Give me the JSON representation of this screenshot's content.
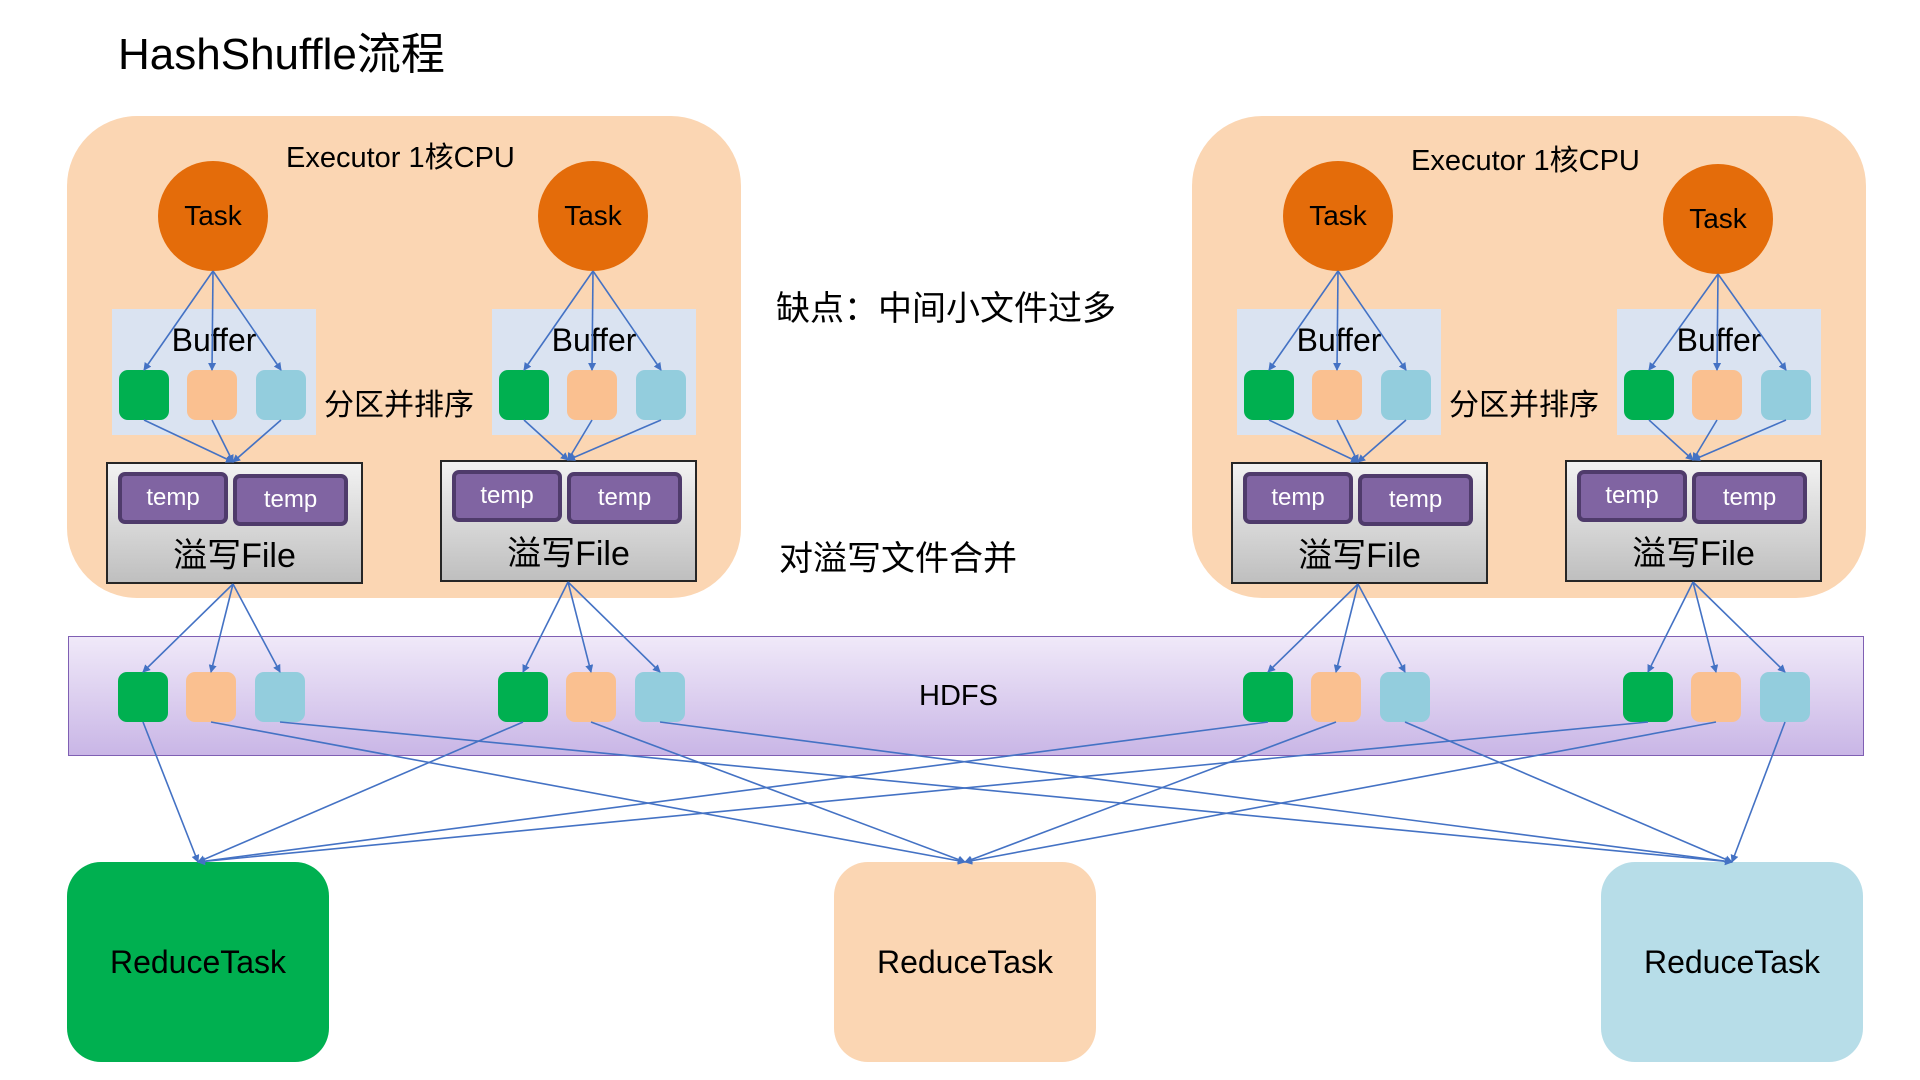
{
  "title": "HashShuffle流程",
  "executors": [
    {
      "label": "Executor 1核CPU"
    },
    {
      "label": "Executor 1核CPU"
    }
  ],
  "task_label": "Task",
  "buffer_label": "Buffer",
  "partition_sort_label": "分区并排序",
  "temp_label": "temp",
  "spill_file_label": "溢写File",
  "drawback_note": "缺点：中间小文件过多",
  "merge_note": "对溢写文件合并",
  "hdfs_label": "HDFS",
  "reduce_tasks": [
    {
      "label": "ReduceTask",
      "color": "#00b050"
    },
    {
      "label": "ReduceTask",
      "color": "#fbd6b3"
    },
    {
      "label": "ReduceTask",
      "color": "#b7dde8"
    }
  ],
  "colors": {
    "executor_bg": "#fbd6b3",
    "task": "#e46c0a",
    "buffer_bg": "#dae3f1",
    "partition_green": "#00b050",
    "partition_orange": "#fac090",
    "partition_blue": "#93cddd",
    "temp": "#8064a2",
    "arrow": "#4472c4"
  }
}
